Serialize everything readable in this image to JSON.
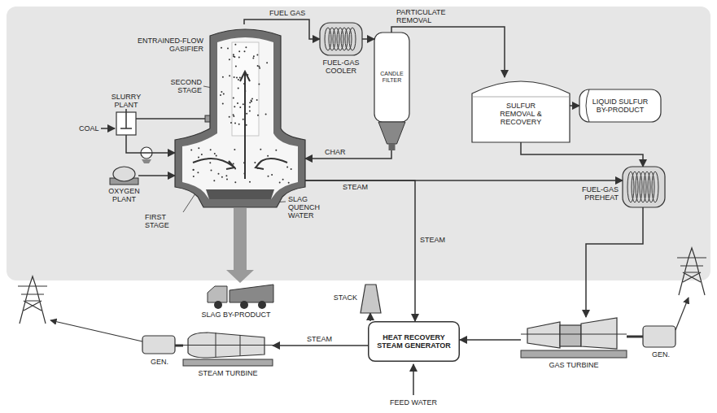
{
  "diagram": {
    "nodes": [
      {
        "text": [
          "ENTRAINED-FLOW GASIFIER"
        ]
      },
      {
        "text": [
          "FUEL-GAS COOLER"
        ]
      },
      {
        "text": [
          "CANDLE FILTER"
        ]
      },
      {
        "text": [
          "SULFUR REMOVAL & RECOVERY"
        ]
      },
      {
        "text": [
          "LIQUID SULFUR BY-PRODUCT"
        ]
      },
      {
        "text": [
          "SLURRY PLANT"
        ]
      },
      {
        "text": [
          "OXYGEN PLANT"
        ]
      },
      {
        "text": [
          "FUEL-GAS PREHEAT"
        ]
      },
      {
        "text": [
          "STACK"
        ]
      },
      {
        "text": [
          "HEAT RECOVERY STEAM GENERATOR"
        ]
      },
      {
        "text": [
          "GAS TURBINE"
        ]
      },
      {
        "text": [
          "STEAM TURBINE"
        ]
      }
    ],
    "edges": [
      {
        "from": 0,
        "to": 1,
        "label": "FUEL GAS",
        "arrow": "to"
      },
      {
        "from": 1,
        "to": 2,
        "arrow": "to"
      },
      {
        "from": 2,
        "to": 3,
        "label": "PARTICULATE REMOVAL",
        "arrow": "to"
      },
      {
        "from": 3,
        "to": 4,
        "arrow": "to"
      },
      {
        "from": 3,
        "to": 7,
        "arrow": "to"
      },
      {
        "from": 7,
        "to": 10,
        "arrow": "to"
      },
      {
        "from": 2,
        "to": 0,
        "label": "CHAR",
        "arrow": "to"
      },
      {
        "from": 5,
        "to": 0,
        "arrow": "to"
      },
      {
        "from": 6,
        "to": 0,
        "arrow": "to"
      },
      {
        "from": 10,
        "to": 9,
        "arrow": "to"
      },
      {
        "from": 9,
        "to": 8,
        "arrow": "to"
      },
      {
        "from": 9,
        "to": 11,
        "label": "STEAM",
        "arrow": "to"
      },
      {
        "from": 0,
        "to": 7,
        "label": "STEAM",
        "arrow": "to"
      },
      {
        "from": 0,
        "to": 9,
        "label": "STEAM",
        "arrow": "to"
      }
    ],
    "labels": [
      "COAL",
      "SECOND STAGE",
      "FIRST STAGE",
      "SLAG QUENCH WATER",
      "SLAG BY-PRODUCT",
      "GEN.",
      "GEN.",
      "FEED WATER"
    ]
  }
}
